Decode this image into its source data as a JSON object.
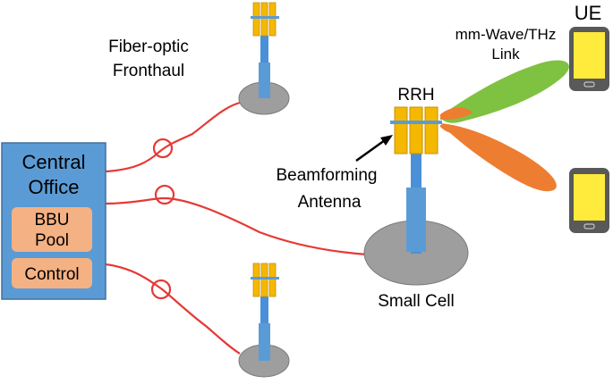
{
  "labels": {
    "fronthaul_line1": "Fiber-optic",
    "fronthaul_line2": "Fronthaul",
    "rrh": "RRH",
    "ue": "UE",
    "link_line1": "mm-Wave/THz",
    "link_line2": "Link",
    "beam_line1": "Beamforming",
    "beam_line2": "Antenna",
    "small_cell": "Small Cell"
  },
  "central_office": {
    "title_line1": "Central",
    "title_line2": "Office",
    "bbu_line1": "BBU",
    "bbu_line2": "Pool",
    "control": "Control"
  },
  "colors": {
    "office_fill": "#5b9bd5",
    "module_fill": "#f4b183",
    "fiber": "#e53935",
    "mast": "#4a90d9",
    "base": "#9e9e9e",
    "antenna_panel": "#f5b800",
    "beam_green": "#7fc241",
    "beam_orange": "#ed7d31",
    "phone_body": "#595959",
    "phone_screen": "#ffeb3b"
  }
}
